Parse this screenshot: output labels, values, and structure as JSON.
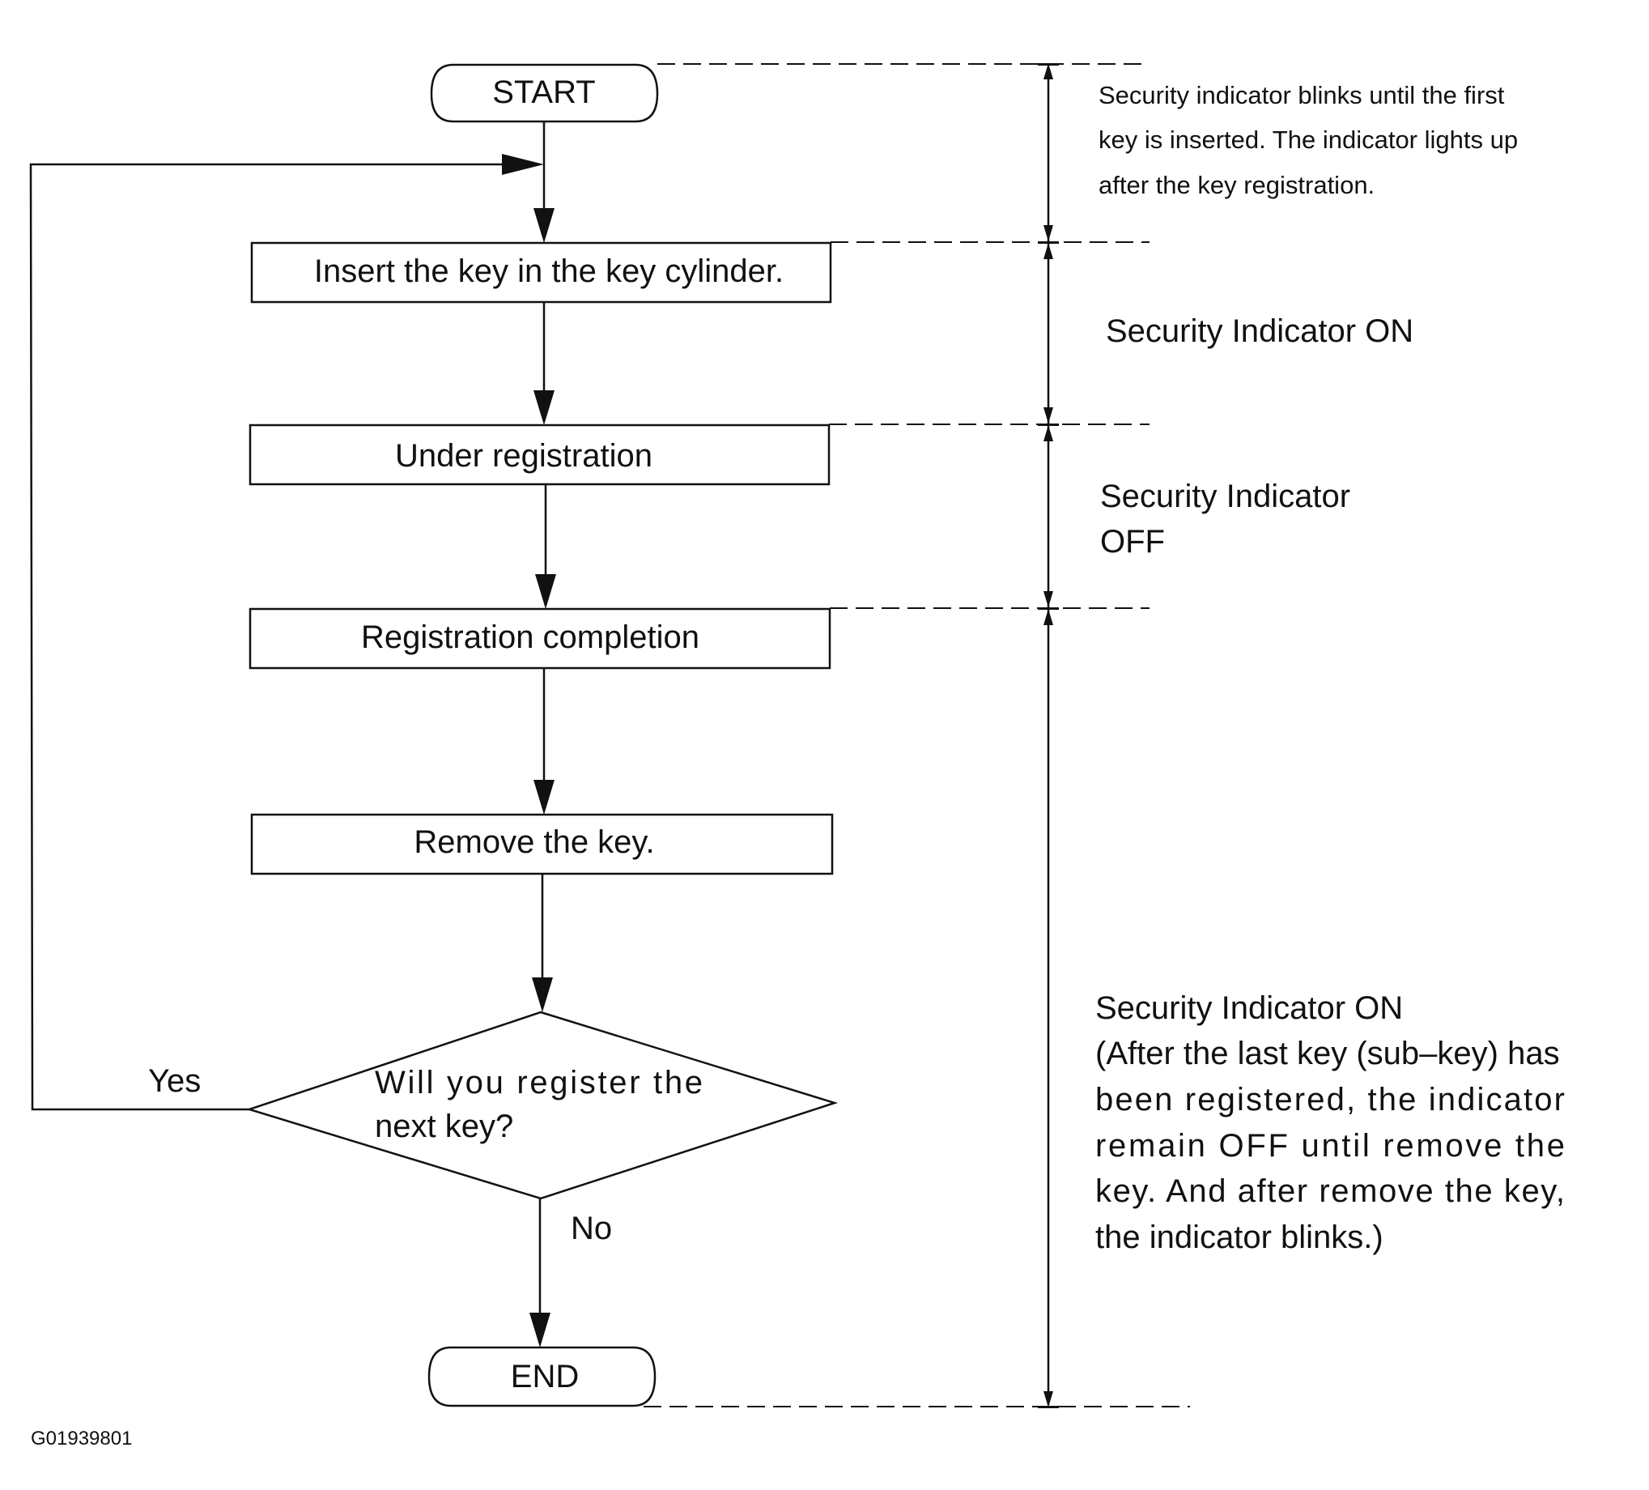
{
  "flowchart": {
    "start": "START",
    "end": "END",
    "steps": [
      "Insert the key in the key cylinder.",
      "Under registration",
      "Registration completion",
      "Remove the key."
    ],
    "decision": {
      "lines": [
        "Will you register the",
        "next key?"
      ],
      "yes": "Yes",
      "no": "No"
    }
  },
  "notes": {
    "phase1": [
      "Security indicator blinks until the first",
      "key is inserted. The indicator lights up",
      "after the key registration."
    ],
    "phase2": [
      "Security Indicator ON"
    ],
    "phase3": [
      "Security Indicator",
      "OFF"
    ],
    "phase4": [
      "Security Indicator ON",
      "(After the last key (sub–key) has",
      "been registered, the indicator",
      "remain OFF until remove the",
      "key. And after remove the key,",
      "the indicator blinks.)"
    ]
  },
  "figure_code": "G01939801"
}
